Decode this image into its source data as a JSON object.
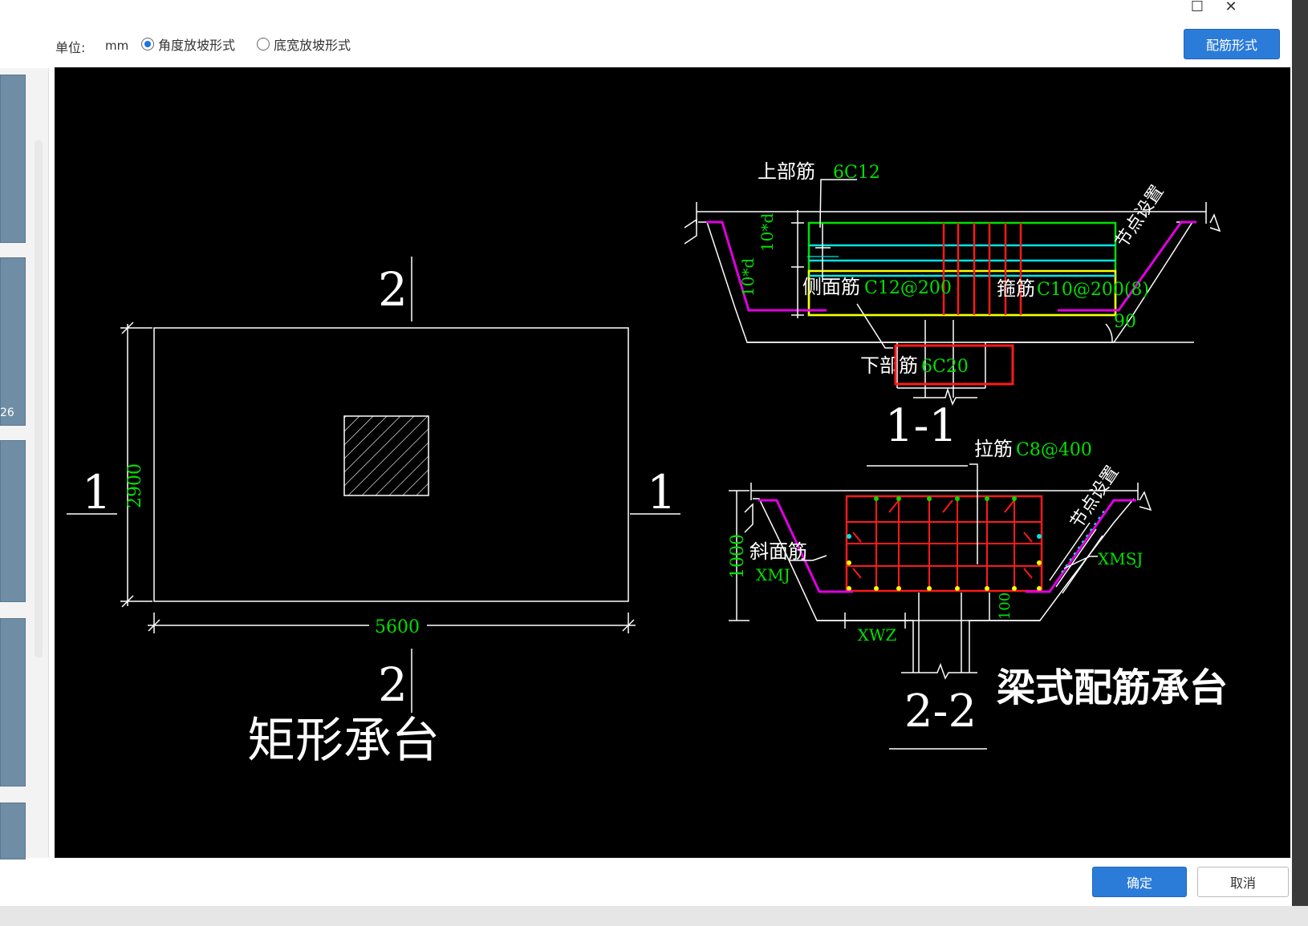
{
  "window": {
    "maximize_glyph": "☐",
    "close_glyph": "✕"
  },
  "toolbar": {
    "unit_label": "单位:",
    "unit_value": "mm",
    "radio_angle_label": "角度放坡形式",
    "radio_angle_selected": true,
    "radio_bottom_label": "底宽放坡形式",
    "radio_bottom_selected": false,
    "rebar_form_button": "配筋形式"
  },
  "sidebar": {
    "partial_label": "26"
  },
  "drawing": {
    "plan": {
      "title": "矩形承台",
      "section_mark_top": "2",
      "section_mark_bottom": "2",
      "section_mark_left": "1",
      "section_mark_right": "1",
      "dim_height": "2900",
      "dim_width": "5600"
    },
    "section11": {
      "title": "1-1",
      "top_rebar_label": "上部筋",
      "top_rebar_value": "6C12",
      "side_rebar_label": "侧面筋",
      "side_rebar_value": "C12@200",
      "stirrup_label": "箍筋",
      "stirrup_value": "C10@200(8)",
      "bottom_rebar_label": "下部筋",
      "bottom_rebar_value": "6C20",
      "node_setting": "节点设置",
      "angle_value": "90",
      "anchor_1": "10*d",
      "anchor_2": "10*d"
    },
    "section22": {
      "title": "2-2",
      "tie_label": "拉筋",
      "tie_value": "C8@400",
      "node_setting": "节点设置",
      "slope_label": "斜面筋",
      "slope_value": "XMJ",
      "xmsj": "XMSJ",
      "xwz": "XWZ",
      "dim_height": "1000",
      "dim_small": "100"
    },
    "beam_title": "梁式配筋承台"
  },
  "footer": {
    "ok": "确定",
    "cancel": "取消"
  },
  "colors": {
    "primary": "#2b7bd9",
    "canvas_bg": "#000000",
    "dim_green": "#00e000",
    "rebar_red": "#ff1a1a",
    "cyan": "#00e5e5",
    "magenta": "#e000e0",
    "yellow": "#ffff00"
  }
}
